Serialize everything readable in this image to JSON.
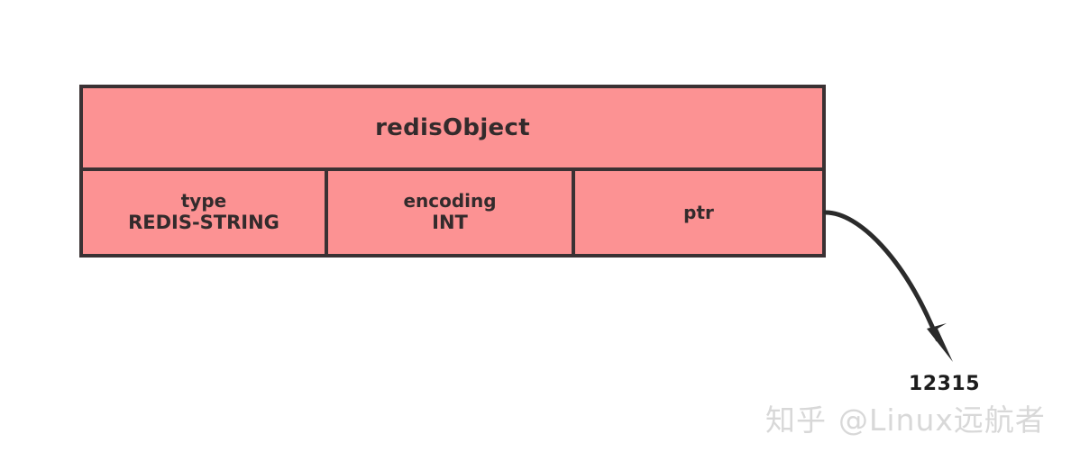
{
  "diagram": {
    "title": "redisObject",
    "struct": {
      "name": "redisObject",
      "fields": [
        {
          "label": "type",
          "value": "REDIS-STRING"
        },
        {
          "label": "encoding",
          "value": "INT"
        },
        {
          "label": "ptr",
          "value": ""
        }
      ]
    },
    "pointer": {
      "arrow_name": "ptr-arrow",
      "target_value": "12315"
    },
    "colors": {
      "cell_fill": "#fc9293",
      "border": "#3a3133",
      "text": "#332b2c",
      "arrow": "#2b2b2b",
      "watermark": "#d8d8d8",
      "background": "#ffffff"
    }
  },
  "watermark": {
    "site": "知乎",
    "handle": "@Linux远航者"
  }
}
